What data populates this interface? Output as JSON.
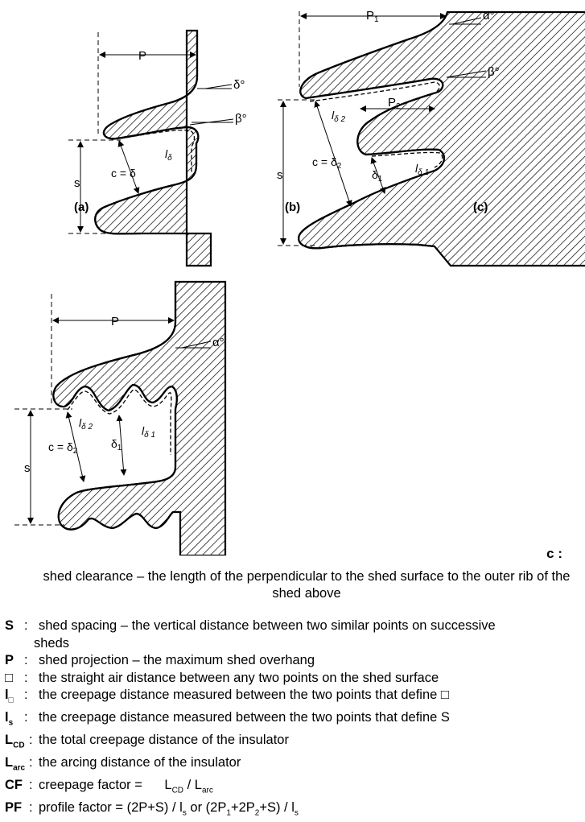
{
  "figure": {
    "labels": {
      "p": "P",
      "p1": "P",
      "p1_sub": "1",
      "p2": "P",
      "p2_sub": "2",
      "s": "s",
      "alpha": "α°",
      "beta": "β°",
      "delta": "δ°",
      "c_delta": "c = δ",
      "l_delta": "l",
      "l_delta_sub": "δ",
      "c_delta2": "c = δ",
      "c_delta2_sub": "2",
      "l_delta2": "l",
      "l_delta2_sub": "δ 2",
      "delta1": "δ",
      "delta1_sub": "1",
      "l_delta1": "l",
      "l_delta1_sub": "δ 1",
      "panel_a": "(a)",
      "panel_b": "(b)",
      "panel_c": "(c)"
    }
  },
  "c_label": "c",
  "c_colon": ":",
  "c_text": "shed clearance – the length of the perpendicular to the shed surface to the outer rib of the shed above",
  "definitions": [
    {
      "sym": "S",
      "text_a": "shed spacing – the vertical distance between two similar points on successive",
      "text_b": "sheds"
    },
    {
      "sym": "P",
      "text_a": "shed projection – the maximum shed overhang"
    },
    {
      "sym": "□",
      "text_a": "the straight air distance between any two points on the shed surface"
    },
    {
      "sym": "l",
      "sub": "□",
      "text_a": "the creepage distance measured between the two points that define □"
    },
    {
      "sym": "l",
      "sub": "s",
      "text_a": "the creepage distance measured between the two points that define S"
    },
    {
      "sym": "L",
      "sub": "CD",
      "text_a": "the total creepage distance of the insulator"
    },
    {
      "sym": "L",
      "sub": "arc",
      "text_a": "the arcing distance of the insulator"
    },
    {
      "sym": "CF",
      "text_a": "creepage factor = ",
      "formula": "L_CD / L_arc"
    },
    {
      "sym": "PF",
      "text_a": "profile factor = ",
      "formula": "(2P+S) / l_s or (2P1+2P2+S) / l_s"
    }
  ],
  "formula_parts": {
    "cf_L1": "L",
    "cf_L1_sub": "CD",
    "cf_slash": " / ",
    "cf_L2": "L",
    "cf_L2_sub": "arc",
    "pf_a": "(2P+S) / l",
    "pf_a_sub": "s",
    "pf_or": " or (2P",
    "pf_1": "1",
    "pf_plus": "+2P",
    "pf_2": "2",
    "pf_end": "+S) / l",
    "pf_s": "s"
  }
}
